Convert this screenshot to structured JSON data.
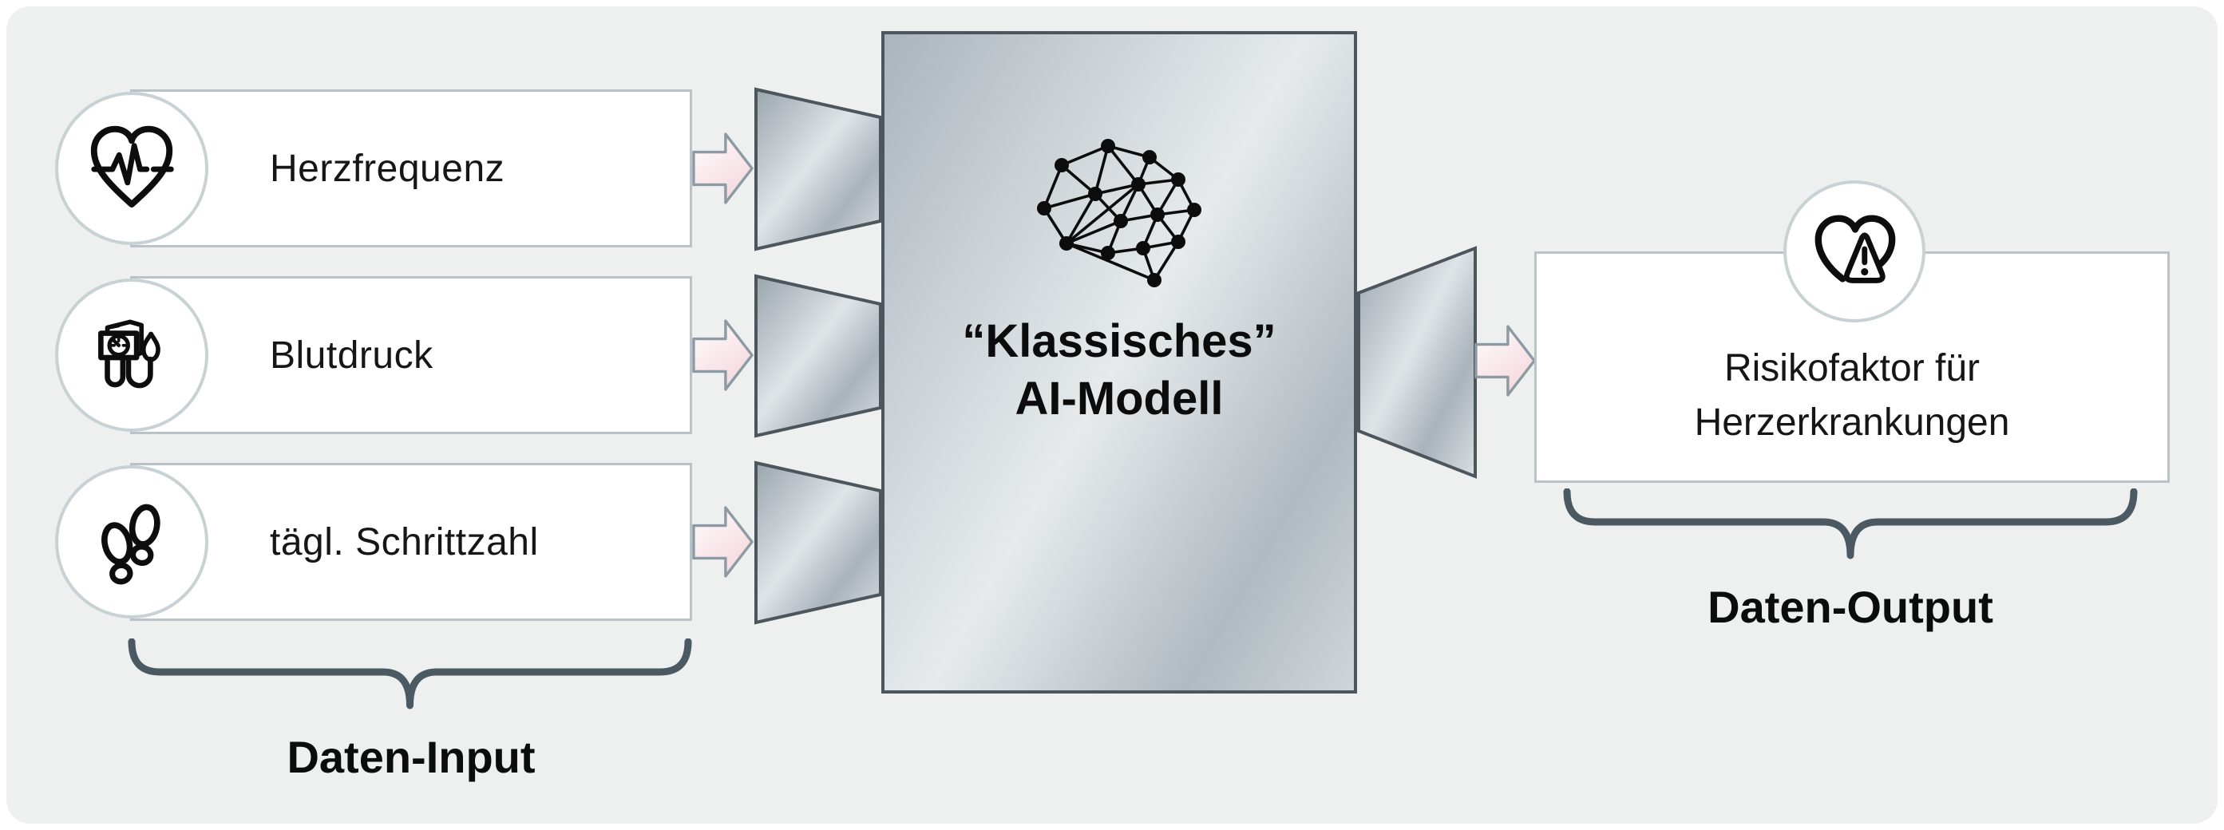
{
  "diagram": {
    "inputs": [
      {
        "label": "Herzfrequenz",
        "icon": "heart-rate-icon"
      },
      {
        "label": "Blutdruck",
        "icon": "blood-pressure-icon"
      },
      {
        "label": "tägl. Schrittzahl",
        "icon": "footsteps-icon"
      }
    ],
    "model": {
      "title_line1": "“Klassisches”",
      "title_line2": "AI-Modell",
      "icon": "neural-network-brain-icon"
    },
    "output": {
      "label": "Risikofaktor für Herzerkrankungen",
      "icon": "heart-warning-icon"
    },
    "groups": {
      "input_label": "Daten-Input",
      "output_label": "Daten-Output"
    },
    "colors": {
      "canvas_background": "#edf0ef",
      "card_border": "#b9c3c7",
      "circle_border": "#c8d1d4",
      "shape_border": "#4d565d",
      "metal_dark": "#9aa5ad",
      "metal_light": "#e6eaec",
      "arrow_fill_light": "#fefdfd",
      "arrow_fill_pink": "#f5d9de",
      "arrow_border": "#8d9aa3",
      "brace": "#4b5963",
      "text": "#141414"
    }
  }
}
